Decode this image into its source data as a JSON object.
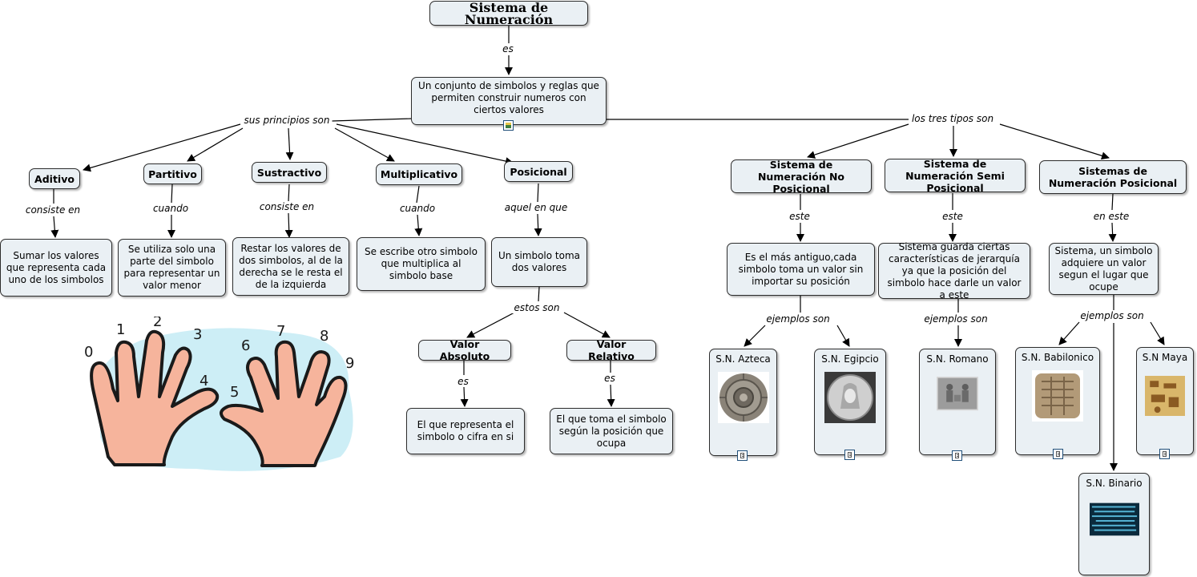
{
  "title": "Sistema de Numeración",
  "links": {
    "es_top": "es",
    "principios": "sus principios son",
    "tipos": "los tres tipos son",
    "aditivo": "consiste en",
    "partitivo": "cuando",
    "sustractivo": "consiste en",
    "multiplicativo": "cuando",
    "posicional": "aquel en que",
    "estos": "estos son",
    "absoluto": "es",
    "relativo": "es",
    "no_pos": "este",
    "semi": "este",
    "pos": "en este",
    "ej_no_pos": "ejemplos son",
    "ej_semi": "ejemplos son",
    "ej_pos": "ejemplos son"
  },
  "nodes": {
    "definicion": "Un conjunto de simbolos y reglas que permiten construir numeros con ciertos valores",
    "aditivo": "Aditivo",
    "partitivo": "Partitivo",
    "sustractivo": "Sustractivo",
    "multiplicativo": "Multiplicativo",
    "posicional": "Posicional",
    "aditivo_def": "Sumar los valores que representa cada uno de los simbolos",
    "partitivo_def": "Se utiliza solo una parte del simbolo para representar un valor menor",
    "sustractivo_def": "Restar los valores de dos simbolos, al de la derecha se le resta el de la izquierda",
    "multiplicativo_def": "Se escribe otro simbolo que multiplica al simbolo base",
    "posicional_def": "Un simbolo toma dos valores",
    "valor_absoluto": "Valor Absoluto",
    "valor_relativo": "Valor Relativo",
    "absoluto_def": "El que representa el simbolo o cifra en si",
    "relativo_def": "El que toma el simbolo según la posición que ocupa",
    "no_posicional": "Sistema de Numeración No Posicional",
    "semi_posicional": "Sistema de Numeración Semi Posicional",
    "posicional_sis": "Sistemas de Numeración Posicional",
    "no_pos_def": "Es el más antiguo,cada simbolo toma un valor sin importar su posición",
    "semi_def": "Sistema guarda ciertas características de jerarquía ya que la posición del simbolo hace darle un valor a este",
    "pos_def": "Sistema, un simbolo adquiere un valor segun el lugar que ocupe",
    "azteca": "S.N. Azteca",
    "egipcio": "S.N. Egipcio",
    "romano": "S.N. Romano",
    "babilonico": "S.N. Babilonico",
    "maya": "S.N Maya",
    "binario": "S.N. Binario"
  },
  "clipart": {
    "description_icon": "counting-hands-clipart",
    "digits": [
      "0",
      "1",
      "2",
      "3",
      "4",
      "5",
      "6",
      "7",
      "8",
      "9"
    ]
  },
  "colors": {
    "node_fill": "#eaf0f4",
    "node_border": "#2c2c2c",
    "hands_bg": "#cdeef6",
    "hand_skin": "#f6b49c"
  }
}
